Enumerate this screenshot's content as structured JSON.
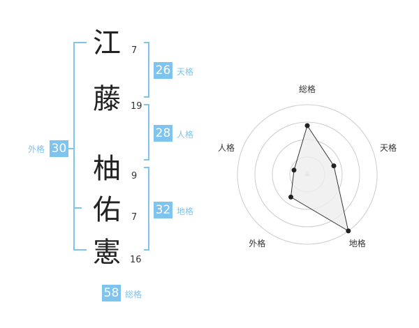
{
  "name_chars": [
    {
      "char": "江",
      "strokes": "7"
    },
    {
      "char": "藤",
      "strokes": "19"
    },
    {
      "char": "柚",
      "strokes": "9"
    },
    {
      "char": "佑",
      "strokes": "7"
    },
    {
      "char": "憲",
      "strokes": "16"
    }
  ],
  "kakusu": {
    "tenkaku": {
      "label": "天格",
      "value": "26"
    },
    "jinkaku": {
      "label": "人格",
      "value": "28"
    },
    "chikaku": {
      "label": "地格",
      "value": "32"
    },
    "gaikaku": {
      "label": "外格",
      "value": "30"
    },
    "soukaku": {
      "label": "総格",
      "value": "58"
    }
  },
  "colors": {
    "accent": "#7ec4ef",
    "text": "#222222",
    "grid": "#cccccc",
    "polygon_fill": "#eeeeee",
    "polygon_stroke": "#333333"
  },
  "chart_data": {
    "type": "radar",
    "axes": [
      "総格",
      "天格",
      "地格",
      "外格",
      "人格"
    ],
    "values": [
      0.7,
      0.4,
      1.0,
      0.4,
      0.2
    ],
    "rings": 4,
    "grid": true
  }
}
